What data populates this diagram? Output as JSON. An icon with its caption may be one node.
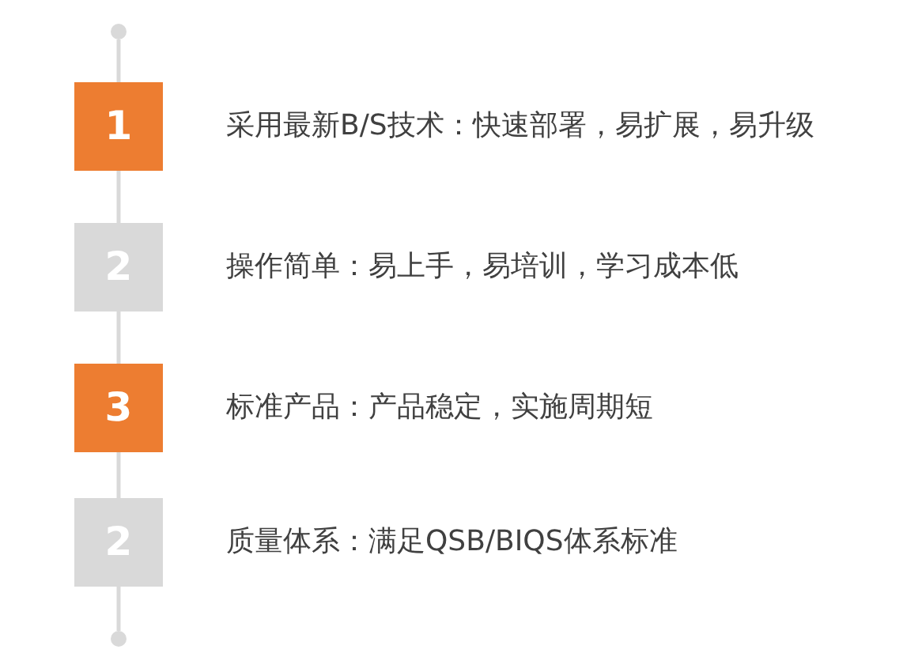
{
  "diagram": {
    "nodes": [
      {
        "text": [],
        "shape": "circle"
      },
      {
        "text": [
          "1"
        ],
        "beside": [
          "采用最新B/S技术：快速部署，易扩展，易升级"
        ]
      },
      {
        "text": [
          "2"
        ],
        "beside": [
          "操作简单：易上手，易培训，学习成本低"
        ]
      },
      {
        "text": [
          "3"
        ],
        "beside": [
          "标准产品：产品稳定，实施周期短"
        ]
      },
      {
        "text": [
          "2"
        ],
        "beside": [
          "质量体系：满足QSB/BIQS体系标准"
        ]
      },
      {
        "text": [],
        "shape": "circle"
      }
    ],
    "edges": [
      {
        "from": 0,
        "to": 1,
        "arrow": "none"
      },
      {
        "from": 1,
        "to": 2,
        "arrow": "none"
      },
      {
        "from": 2,
        "to": 3,
        "arrow": "none"
      },
      {
        "from": 3,
        "to": 4,
        "arrow": "none"
      },
      {
        "from": 4,
        "to": 5,
        "arrow": "none"
      }
    ]
  }
}
